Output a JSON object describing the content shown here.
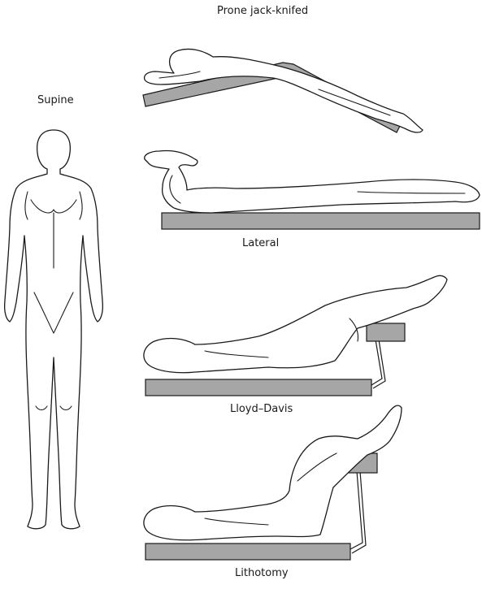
{
  "labels": {
    "prone": "Prone jack-knifed",
    "supine": "Supine",
    "lateral": "Lateral",
    "lloyd_davis": "Lloyd–Davis",
    "lithotomy": "Lithotomy"
  },
  "colors": {
    "table_fill": "#a6a6a6",
    "outline": "#1a1a1a",
    "background": "#ffffff"
  }
}
